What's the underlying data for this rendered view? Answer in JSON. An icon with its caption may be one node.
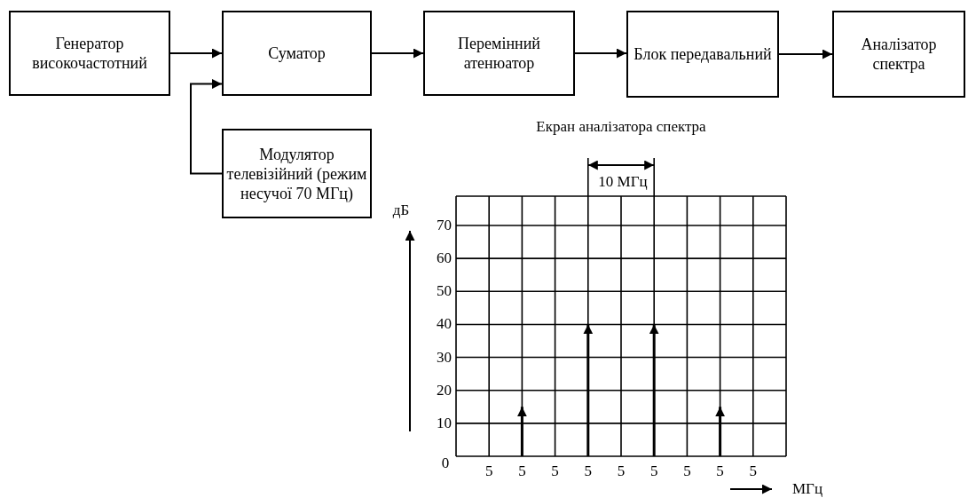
{
  "diagram": {
    "nodes": [
      {
        "text": [
          "Генератор високочастотний"
        ]
      },
      {
        "text": [
          "Суматор"
        ]
      },
      {
        "text": [
          "Перемінний атенюатор"
        ]
      },
      {
        "text": [
          "Блок передавальний"
        ]
      },
      {
        "text": [
          "Аналізатор спектра"
        ]
      },
      {
        "text": [
          "Модулятор телевізійний (режим несучої 70 МГц)"
        ]
      }
    ],
    "edges": [
      {
        "from": 0,
        "to": 1,
        "arrow": "to"
      },
      {
        "from": 1,
        "to": 2,
        "arrow": "to"
      },
      {
        "from": 2,
        "to": 3,
        "arrow": "to"
      },
      {
        "from": 3,
        "to": 4,
        "arrow": "to"
      },
      {
        "from": 5,
        "to": 1,
        "arrow": "to"
      }
    ],
    "labels": [
      "Екран аналізатора спектра",
      "10 МГц",
      "дБ",
      "70",
      "60",
      "50",
      "40",
      "30",
      "20",
      "10",
      "0",
      "5",
      "5",
      "5",
      "5",
      "5",
      "5",
      "5",
      "5",
      "5",
      "МГц"
    ]
  }
}
